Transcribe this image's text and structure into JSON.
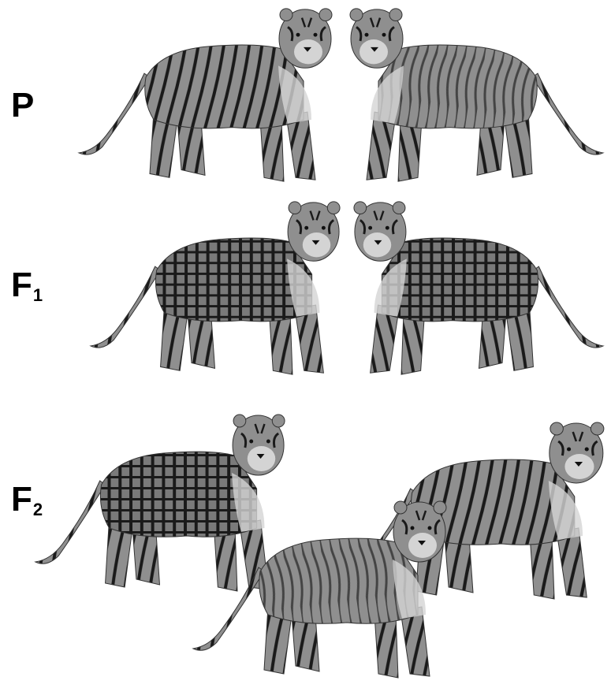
{
  "generations": [
    {
      "label": "P",
      "sub": ""
    },
    {
      "label": "F",
      "sub": "1"
    },
    {
      "label": "F",
      "sub": "2"
    }
  ],
  "tigers": [
    {
      "row": 0,
      "pattern": "striped",
      "facing": "right"
    },
    {
      "row": 0,
      "pattern": "wavy",
      "facing": "left"
    },
    {
      "row": 1,
      "pattern": "checkered",
      "facing": "right"
    },
    {
      "row": 1,
      "pattern": "checkered",
      "facing": "left"
    },
    {
      "row": 2,
      "pattern": "checkered",
      "facing": "right"
    },
    {
      "row": 2,
      "pattern": "striped",
      "facing": "right"
    },
    {
      "row": 2,
      "pattern": "wavy",
      "facing": "right"
    }
  ],
  "colors": {
    "fur": "#8f8f8f",
    "stripe": "#1a1a1a",
    "belly": "#d4d4d4",
    "background": "#ffffff"
  }
}
